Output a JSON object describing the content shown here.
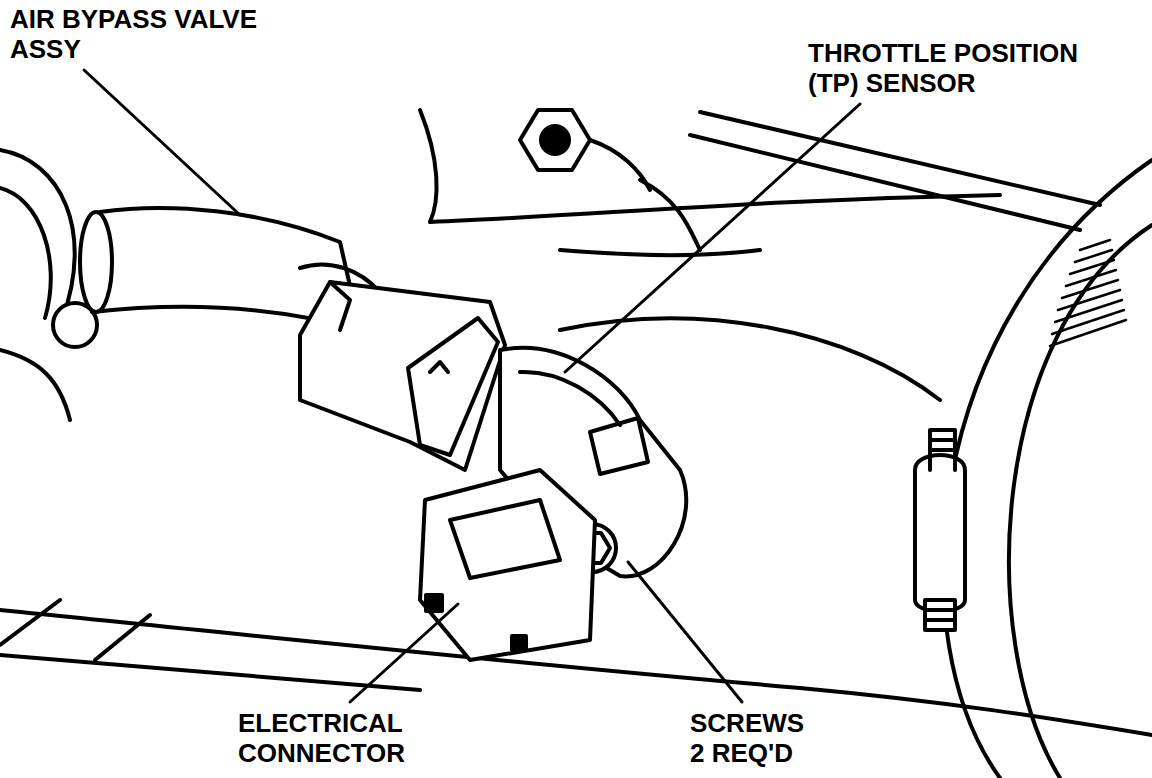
{
  "diagram": {
    "labels": [
      "AIR BYPASS VALVE ASSY",
      "THROTTLE POSITION (TP) SENSOR",
      "ELECTRICAL CONNECTOR",
      "SCREWS 2 REQ'D"
    ]
  }
}
